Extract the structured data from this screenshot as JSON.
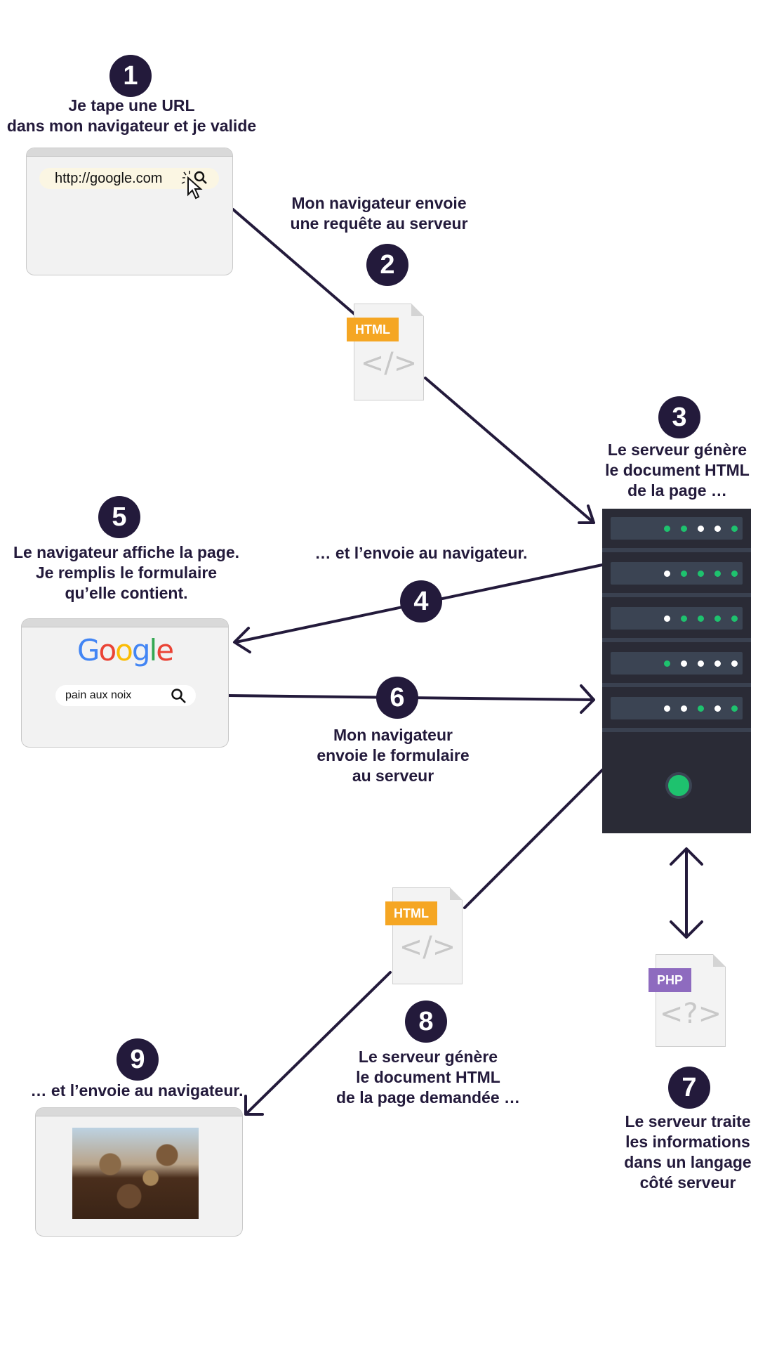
{
  "steps": [
    {
      "num": "1",
      "text": "Je tape une URL\ndans mon navigateur et je valide"
    },
    {
      "num": "2",
      "text": "Mon navigateur envoie\nune requête au serveur"
    },
    {
      "num": "3",
      "text": "Le serveur génère\nle document HTML\nde la page …"
    },
    {
      "num": "4",
      "text": "… et l’envoie au navigateur."
    },
    {
      "num": "5",
      "text": "Le navigateur affiche la page.\nJe remplis le formulaire\nqu’elle contient."
    },
    {
      "num": "6",
      "text": "Mon navigateur\nenvoie le formulaire\nau serveur"
    },
    {
      "num": "7",
      "text": "Le serveur traite\nles informations\ndans un langage\ncôté serveur"
    },
    {
      "num": "8",
      "text": "Le serveur génère\nle document HTML\nde la page demandée …"
    },
    {
      "num": "9",
      "text": "… et l’envoie au navigateur."
    }
  ],
  "browser1": {
    "url": "http://google.com"
  },
  "browser5": {
    "logo": "Google",
    "search_value": "pain aux noix"
  },
  "files": {
    "html_tag": "HTML",
    "html_code": "</>",
    "php_tag": "PHP",
    "php_code": "<?>"
  },
  "colors": {
    "badge": "#231a3b",
    "arrow": "#231a3b",
    "html_tag": "#f5a623",
    "php_tag": "#8e6bbf",
    "led_green": "#1ec26e",
    "led_white": "#ffffff",
    "server": "#2a2b36"
  },
  "server": {
    "racks": [
      [
        "green",
        "green",
        "white",
        "white",
        "green"
      ],
      [
        "white",
        "green",
        "green",
        "green",
        "green"
      ],
      [
        "white",
        "green",
        "green",
        "green",
        "green"
      ],
      [
        "green",
        "white",
        "white",
        "white",
        "white"
      ],
      [
        "white",
        "white",
        "green",
        "white",
        "green"
      ]
    ]
  }
}
